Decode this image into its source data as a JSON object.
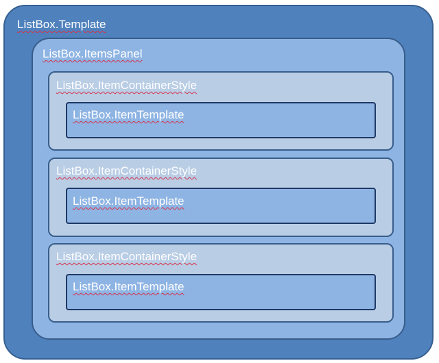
{
  "diagram": {
    "template_label": "ListBox.Template",
    "items_panel_label": "ListBox.ItemsPanel",
    "containers": [
      {
        "container_label": "ListBox.ItemContainerStyle",
        "item_template_label": "ListBox.ItemTemplate"
      },
      {
        "container_label": "ListBox.ItemContainerStyle",
        "item_template_label": "ListBox.ItemTemplate"
      },
      {
        "container_label": "ListBox.ItemContainerStyle",
        "item_template_label": "ListBox.ItemTemplate"
      }
    ]
  },
  "colors": {
    "outer_fill": "#4f81bd",
    "panel_fill": "#8eb4e3",
    "container_fill": "#b9cde5",
    "text": "#ffffff"
  }
}
